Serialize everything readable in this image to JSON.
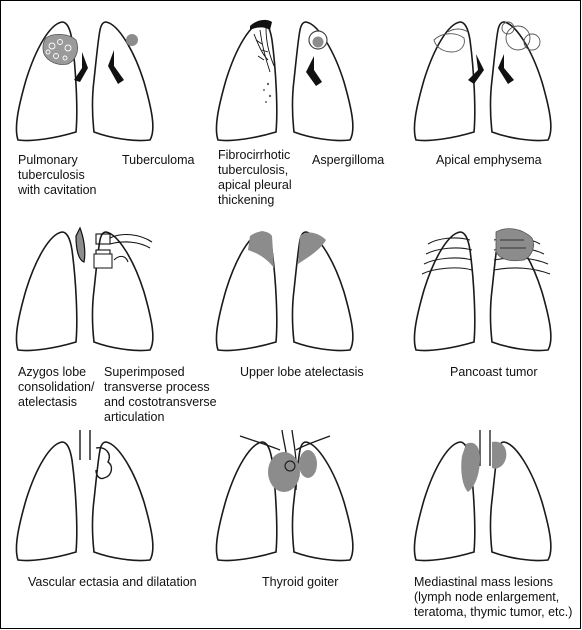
{
  "panels": [
    {
      "id": "p1",
      "captions": [
        {
          "key": "a",
          "text": "Pulmonary\ntuberculosis\nwith cavitation"
        },
        {
          "key": "b",
          "text": "Tuberculoma"
        }
      ]
    },
    {
      "id": "p2",
      "captions": [
        {
          "key": "a",
          "text": "Fibrocirrhotic\ntuberculosis,\napical pleural\nthickening"
        },
        {
          "key": "b",
          "text": "Aspergilloma"
        }
      ]
    },
    {
      "id": "p3",
      "captions": [
        {
          "key": "a",
          "text": "Apical emphysema"
        }
      ]
    },
    {
      "id": "p4",
      "captions": [
        {
          "key": "a",
          "text": "Azygos lobe\nconsolidation/\natelectasis"
        },
        {
          "key": "b",
          "text": "Superimposed\ntransverse process\nand costotransverse\narticulation"
        }
      ]
    },
    {
      "id": "p5",
      "captions": [
        {
          "key": "a",
          "text": "Upper lobe atelectasis"
        }
      ]
    },
    {
      "id": "p6",
      "captions": [
        {
          "key": "a",
          "text": "Pancoast tumor"
        }
      ]
    },
    {
      "id": "p7",
      "captions": [
        {
          "key": "a",
          "text": "Vascular ectasia and dilatation"
        }
      ]
    },
    {
      "id": "p8",
      "captions": [
        {
          "key": "a",
          "text": "Thyroid goiter"
        }
      ]
    },
    {
      "id": "p9",
      "captions": [
        {
          "key": "a",
          "text": "Mediastinal mass lesions\n(lymph node enlargement,\nteratoma, thymic tumor, etc.)"
        }
      ]
    }
  ],
  "colors": {
    "outline": "#1a1a1a",
    "lesion": "#8c8c8c",
    "dark": "#111111",
    "background": "#ffffff"
  }
}
